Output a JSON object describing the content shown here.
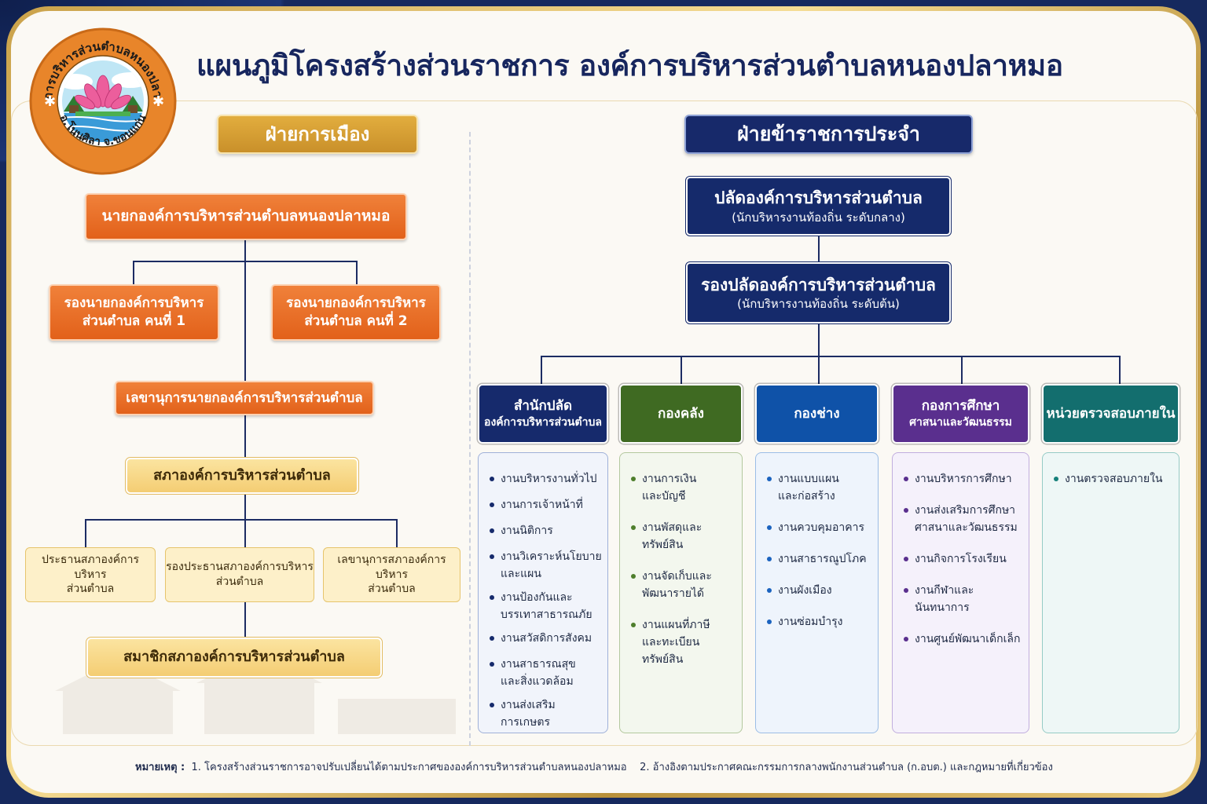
{
  "title": "แผนภูมิโครงสร้างส่วนราชการ องค์การบริหารส่วนตำบลหนองปลาหมอ",
  "logo": {
    "ring_text": "องค์การบริหารส่วนตำบลหนองปลาหมอ",
    "bottom_text": "อ.โนนศิลา  จ.ขอนแก่น"
  },
  "political": {
    "header": "ฝ่ายการเมือง",
    "mayor": "นายกองค์การบริหารส่วนตำบลหนองปลาหมอ",
    "deputy1": [
      "รองนายกองค์การบริหาร",
      "ส่วนตำบล คนที่ 1"
    ],
    "deputy2": [
      "รองนายกองค์การบริหาร",
      "ส่วนตำบล คนที่ 2"
    ],
    "secretary": "เลขานุการนายกองค์การบริหารส่วนตำบล",
    "council": "สภาองค์การบริหารส่วนตำบล",
    "council_president": [
      "ประธานสภาองค์การบริหาร",
      "ส่วนตำบล"
    ],
    "council_vice": [
      "รองประธานสภาองค์การบริหาร",
      "ส่วนตำบล"
    ],
    "council_secretary": [
      "เลขานุการสภาองค์การบริหาร",
      "ส่วนตำบล"
    ],
    "members": "สมาชิกสภาองค์การบริหารส่วนตำบล"
  },
  "civil": {
    "header": "ฝ่ายข้าราชการประจำ",
    "chief": [
      "ปลัดองค์การบริหารส่วนตำบล",
      "(นักบริหารงานท้องถิ่น ระดับกลาง)"
    ],
    "deputy_chief": [
      "รองปลัดองค์การบริหารส่วนตำบล",
      "(นักบริหารงานท้องถิ่น ระดับต้น)"
    ],
    "departments": [
      {
        "name": [
          "สำนักปลัด",
          "องค์การบริหารส่วนตำบล"
        ],
        "color": "#162a6c",
        "list_bg": "#f1f4fb",
        "list_border": "#9fb0d8",
        "dot": "#162a6c",
        "items": [
          [
            "งานบริหารงานทั่วไป"
          ],
          [
            "งานการเจ้าหน้าที่"
          ],
          [
            "งานนิติการ"
          ],
          [
            "งานวิเคราะห์นโยบาย",
            "และแผน"
          ],
          [
            "งานป้องกันและ",
            "บรรเทาสาธารณภัย"
          ],
          [
            "งานสวัสดิการสังคม"
          ],
          [
            "งานสาธารณสุข",
            "และสิ่งแวดล้อม"
          ],
          [
            "งานส่งเสริมการเกษตร"
          ]
        ]
      },
      {
        "name": [
          "กองคลัง"
        ],
        "color": "#3f6a22",
        "list_bg": "#f3f7ee",
        "list_border": "#b4c89e",
        "dot": "#4e7e2c",
        "items": [
          [
            "งานการเงิน",
            "และบัญชี"
          ],
          [
            "งานพัสดุและ",
            "ทรัพย์สิน"
          ],
          [
            "งานจัดเก็บและ",
            "พัฒนารายได้"
          ],
          [
            "งานแผนที่ภาษี",
            "และทะเบียนทรัพย์สิน"
          ]
        ]
      },
      {
        "name": [
          "กองช่าง"
        ],
        "color": "#0f52a8",
        "list_bg": "#eef4fc",
        "list_border": "#9cbde6",
        "dot": "#1b63bf",
        "items": [
          [
            "งานแบบแผน",
            "และก่อสร้าง"
          ],
          [
            "งานควบคุมอาคาร"
          ],
          [
            "งานสาธารณูปโภค"
          ],
          [
            "งานผังเมือง"
          ],
          [
            "งานซ่อมบำรุง"
          ]
        ]
      },
      {
        "name": [
          "กองการศึกษา",
          "ศาสนาและวัฒนธรรม"
        ],
        "color": "#5a2f8e",
        "list_bg": "#f5f1fb",
        "list_border": "#c1aede",
        "dot": "#5a2f8e",
        "items": [
          [
            "งานบริหารการศึกษา"
          ],
          [
            "งานส่งเสริมการศึกษา",
            "ศาสนาและวัฒนธรรม"
          ],
          [
            "งานกิจการโรงเรียน"
          ],
          [
            "งานกีฬาและ",
            "นันทนาการ"
          ],
          [
            "งานศูนย์พัฒนาเด็กเล็ก"
          ]
        ]
      },
      {
        "name": [
          "หน่วยตรวจสอบภายใน"
        ],
        "color": "#136e6e",
        "list_bg": "#eef7f6",
        "list_border": "#96cbc6",
        "dot": "#16807a",
        "items": [
          [
            "งานตรวจสอบภายใน"
          ]
        ]
      }
    ]
  },
  "footer": {
    "label": "หมายเหตุ :",
    "note1": "1. โครงสร้างส่วนราชการอาจปรับเปลี่ยนได้ตามประกาศขององค์การบริหารส่วนตำบลหนองปลาหมอ",
    "note2": "2. อ้างอิงตามประกาศคณะกรรมการกลางพนักงานส่วนตำบล (ก.อบต.) และกฎหมายที่เกี่ยวข้อง"
  }
}
